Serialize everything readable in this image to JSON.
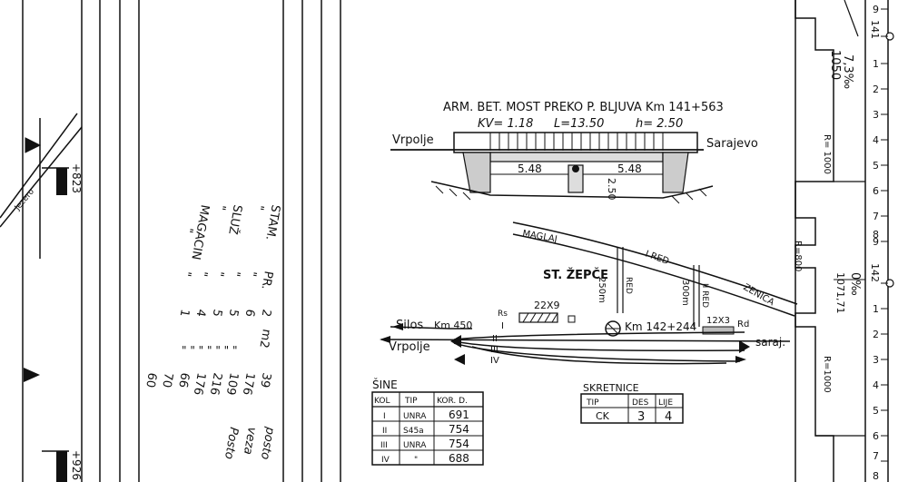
{
  "bridge": {
    "title": "ARM. BET. MOST PREKO P. BLJUVA Km 141+563",
    "kv": "KV= 1.18",
    "length": "L=13.50",
    "height": "h= 2.50",
    "left_label": "Vrpolje",
    "right_label": "Sarajevo",
    "span_left": "5.48",
    "span_right": "5.48",
    "pier_height": "2.50"
  },
  "station": {
    "name": "ST. ŽEPČE",
    "km": "Km 142+244",
    "road_top": "MAGLAJ",
    "road_label": "I RED",
    "road_right": "ZENICA",
    "dist_250": "250m",
    "dist_300": "300m",
    "red_label": "RED",
    "red_label2": "II RED",
    "rd_label": "Rd",
    "rs_label": "Rs",
    "building_1": "22X9",
    "building_2": "12X3",
    "silos": "Silos",
    "silos_km": "Km 450",
    "vrpolje": "Vrpolje",
    "sarajevo_short": "saraj.",
    "track_1": "I",
    "track_2": "II",
    "track_3": "III",
    "track_4": "IV"
  },
  "sine_table": {
    "title": "ŠINE",
    "headers": [
      "KOL",
      "TIP",
      "KOR. D."
    ],
    "rows": [
      [
        "I",
        "UNRA",
        "691"
      ],
      [
        "II",
        "S45a",
        "754"
      ],
      [
        "III",
        "UNRA",
        "754"
      ],
      [
        "IV",
        "\"",
        "688"
      ]
    ]
  },
  "skretnice_table": {
    "title": "SKRETNICE",
    "headers": [
      "TIP",
      "DES",
      "LIJE"
    ],
    "rows": [
      [
        "CK",
        "3",
        "4"
      ]
    ]
  },
  "rotated_list": {
    "labels": [
      "STAM.",
      "\"",
      "SLUŽ",
      "\"",
      "MAGACIN",
      "\""
    ],
    "pr": [
      "PR.",
      "\"",
      "\"",
      "\"",
      "\"",
      "\""
    ],
    "counts": [
      "2",
      "6",
      "5",
      "5",
      "4",
      "1"
    ],
    "m2_label": "m2",
    "areas": [
      "39",
      "176",
      "109",
      "216",
      "176",
      "66",
      "70",
      "60"
    ],
    "notes": [
      "posto",
      "veza",
      "Posto"
    ]
  },
  "profile": {
    "grade_1": "7,3‰",
    "grade_1_len": "1050",
    "grade_2": "0‰",
    "grade_2_len": "1071,71",
    "km_141": "141",
    "km_142": "142",
    "radius_1": "R= 1000",
    "radius_2": "R=800",
    "radius_3": "R=1000",
    "km_marks": [
      "9",
      "1",
      "2",
      "3",
      "4",
      "5",
      "6",
      "7",
      "8",
      "9",
      "1",
      "2",
      "3",
      "4",
      "5",
      "6",
      "7",
      "8"
    ]
  },
  "left_margin": {
    "km_1": "+823",
    "km_2": "+926",
    "label": "Jezero"
  }
}
